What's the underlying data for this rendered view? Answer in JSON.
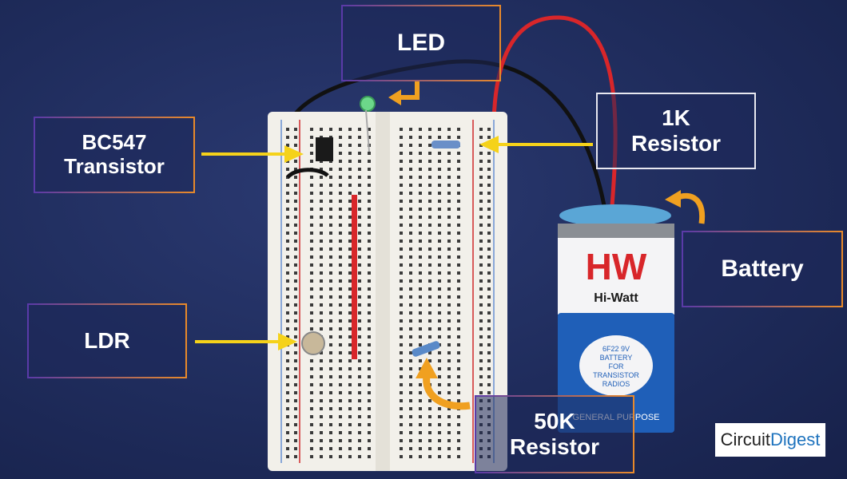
{
  "labels": {
    "led": "LED",
    "bc547": "BC547\nTransistor",
    "resistor_1k": "1K\nResistor",
    "battery": "Battery",
    "ldr": "LDR",
    "resistor_50k": "50K\nResistor"
  },
  "battery": {
    "brand_logo": "HW",
    "brand_name": "Hi-Watt",
    "spec_lines": [
      "6F22 9V",
      "BATTERY",
      "FOR",
      "TRANSISTOR",
      "RADIOS"
    ],
    "footer": "GENERAL PURPOSE"
  },
  "watermark": {
    "part1": "Circuit",
    "part2": "Digest"
  },
  "colors": {
    "arrow_yellow": "#f5d21a",
    "arrow_orange": "#f0a020",
    "wire_red": "#d8262a",
    "battery_blue": "#1f5fb8"
  }
}
